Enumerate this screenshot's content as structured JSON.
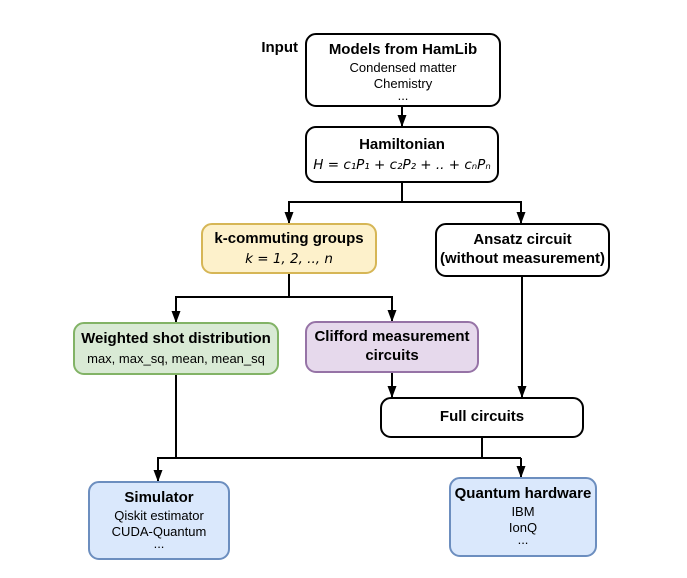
{
  "diagram": {
    "input_label": "Input",
    "nodes": {
      "models": {
        "title": "Models from HamLib",
        "lines": [
          "Condensed matter",
          "Chemistry",
          "..."
        ]
      },
      "hamiltonian": {
        "title": "Hamiltonian",
        "formula": "H = c₁P₁ + c₂P₂ + .. + cₙPₙ"
      },
      "kcommuting": {
        "title": "k-commuting groups",
        "formula": "k = 1, 2, .., n"
      },
      "ansatz": {
        "title_line1": "Ansatz circuit",
        "title_line2": "(without measurement)"
      },
      "weighted": {
        "title": "Weighted shot distribution",
        "lines": [
          "max, max_sq, mean, mean_sq"
        ]
      },
      "clifford": {
        "title": "Clifford measurement circuits"
      },
      "full": {
        "title": "Full circuits"
      },
      "simulator": {
        "title": "Simulator",
        "lines": [
          "Qiskit estimator",
          "CUDA-Quantum",
          "..."
        ]
      },
      "quantum": {
        "title": "Quantum hardware",
        "lines": [
          "IBM",
          "IonQ",
          "..."
        ]
      }
    },
    "colors": {
      "yellow_fill": "#fdf1cb",
      "yellow_border": "#d6b656",
      "green_fill": "#d9ead5",
      "green_border": "#82b366",
      "purple_fill": "#e6d9ec",
      "purple_border": "#9673a6",
      "blue_fill": "#dae8fc",
      "blue_border": "#6c8ebf",
      "plain_border": "#000000",
      "connector": "#000000"
    }
  }
}
